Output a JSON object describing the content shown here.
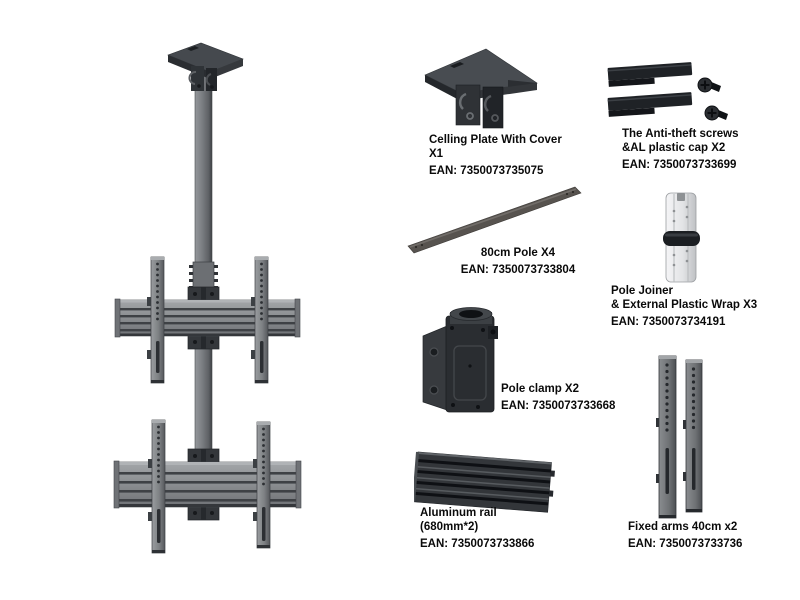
{
  "page": {
    "kind": "tv-ceiling-mount-parts-diagram",
    "background": "#ffffff"
  },
  "colors": {
    "text": "#0a0a0a",
    "dark_part": "#26292d",
    "mid_part": "#43474c",
    "grey_part": "#85888b",
    "light_part": "#eceff1",
    "pole_brown": "#57534f"
  },
  "main_illustration": {
    "name": "dual-screen-ceiling-mount-assembly"
  },
  "components": {
    "ceiling_plate": {
      "line1": "Celling Plate With Cover",
      "line2": "X1",
      "ean": "EAN: 7350073735075"
    },
    "anti_theft": {
      "line1": "The Anti-theft screws",
      "line2": "&AL plastic cap X2",
      "ean": "EAN: 7350073733699"
    },
    "pole": {
      "line1": "80cm Pole X4",
      "ean": "EAN: 7350073733804"
    },
    "pole_joiner": {
      "line1": "Pole Joiner",
      "line2": "& External Plastic Wrap X3",
      "ean": "EAN: 7350073734191"
    },
    "pole_clamp": {
      "line1": "Pole clamp X2",
      "ean": "EAN: 7350073733668"
    },
    "aluminum_rail": {
      "line1": "Aluminum rail",
      "line2": "(680mm*2)",
      "ean": "EAN: 7350073733866"
    },
    "fixed_arms": {
      "line1": "Fixed arms 40cm x2",
      "ean": "EAN: 7350073733736"
    }
  }
}
